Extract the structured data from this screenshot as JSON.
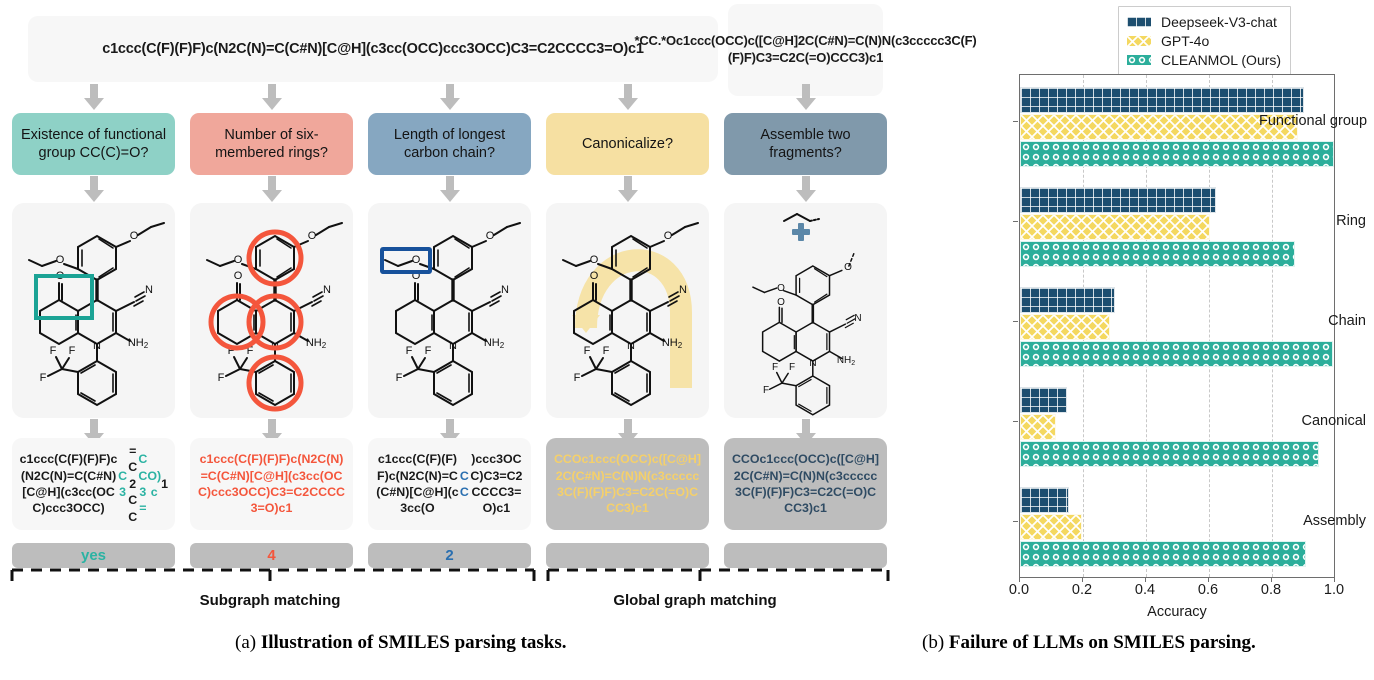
{
  "panel_a": {
    "main_smiles": "c1ccc(C(F)(F)F)c(N2C(N)=C(C#N)[C@H](c3cc(OCC)ccc3OCC)C3=C2CCCC3=O)c1",
    "fragment_smiles": "*CC.*Oc1ccc(OCC)c([C@H]2C(C#N)=C(N)N(c3ccccc3C(F)(F)F)C3=C2C(=O)CCC3)c1",
    "tasks": [
      {
        "label": "Existence of functional group CC(C)=O?",
        "color": "#8ed1c6"
      },
      {
        "label": "Number of six-membered rings?",
        "color": "#f0a79b"
      },
      {
        "label": "Length of longest carbon chain?",
        "color": "#86a7c1"
      },
      {
        "label": "Canonicalize?",
        "color": "#f6e0a2"
      },
      {
        "label": "Assemble two fragments?",
        "color": "#8099ab"
      }
    ],
    "outputs": [
      "c1ccc(C(F)(F)F)c(N2C(N)=C(C#N)[C@H](c3cc(OCC)ccc3OCC)C3=C2CCCC3=O)c1",
      "c1ccc(C(F)(F)F)c(N2C(N)=C(C#N)[C@H](c3cc(OCC)ccc3OCC)C3=C2CCCC3=O)c1",
      "c1ccc(C(F)(F)F)c(N2C(N)=C(C#N)[C@H](c3cc(OCC)ccc3OCC)C3=C2CCCC3=O)c1",
      "CCOc1ccc(OCC)c([C@H]2C(C#N)=C(N)N(c3ccccc3C(F)(F)F)C3=C2C(=O)CCC3)c1",
      "CCOc1ccc(OCC)c([C@H]2C(C#N)=C(N)N(c3ccccc3C(F)(F)F)C3=C2C(=O)CCC3)c1"
    ],
    "answers": [
      "yes",
      "4",
      "2",
      "",
      ""
    ],
    "answer_colors": [
      "#2bb3a3",
      "#f4563c",
      "#2a6fb0",
      "transparent",
      "transparent"
    ],
    "group_labels": [
      "Subgraph matching",
      "Global graph matching"
    ],
    "highlight_colors": {
      "functional_group": "#2bb3a3",
      "ring": "#f4563c",
      "chain": "#2a6fb0",
      "canonical": "#f5d06a",
      "assembly": "#2f4b63"
    },
    "caption_label": "(a)",
    "caption_text": "Illustration of SMILES parsing tasks."
  },
  "panel_b": {
    "caption_label": "(b)",
    "caption_text": "Failure of LLMs on SMILES parsing."
  },
  "chart_data": {
    "type": "bar",
    "orientation": "horizontal",
    "title": "",
    "xlabel": "Accuracy",
    "ylabel": "",
    "xlim": [
      0.0,
      1.0
    ],
    "xticks": [
      "0.0",
      "0.2",
      "0.4",
      "0.6",
      "0.8",
      "1.0"
    ],
    "xtick_values": [
      0.0,
      0.2,
      0.4,
      0.6,
      0.8,
      1.0
    ],
    "grid": true,
    "grid_axis": "x",
    "legend_position": "upper right (outside axes)",
    "categories": [
      "Functional group",
      "Ring",
      "Chain",
      "Canonical",
      "Assembly"
    ],
    "series": [
      {
        "name": "Deepseek-V3-chat",
        "color": "#1d4e6f",
        "hatch": "grid",
        "values": [
          0.9,
          0.62,
          0.3,
          0.15,
          0.155
        ]
      },
      {
        "name": "GPT-4o",
        "color": "#f4d860",
        "hatch": "cross-diagonal",
        "values": [
          0.88,
          0.6,
          0.285,
          0.115,
          0.195
        ]
      },
      {
        "name": "CLEANMOL (Ours)",
        "color": "#2cae9b",
        "hatch": "circles",
        "values": [
          0.995,
          0.87,
          0.99,
          0.945,
          0.905
        ]
      }
    ]
  }
}
